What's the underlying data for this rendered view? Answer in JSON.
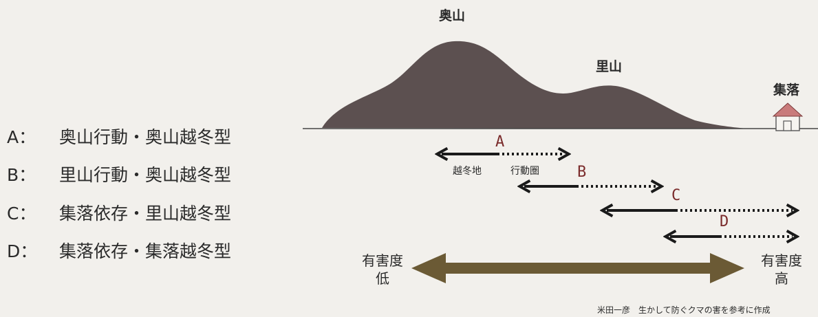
{
  "labels": {
    "okuyama": "奥山",
    "satoyama": "里山",
    "shuraku": "集落"
  },
  "legend": [
    {
      "key": "A：",
      "text": "奥山行動・奥山越冬型"
    },
    {
      "key": "B：",
      "text": "里山行動・奥山越冬型"
    },
    {
      "key": "C：",
      "text": "集落依存・里山越冬型"
    },
    {
      "key": "D：",
      "text": "集落依存・集落越冬型"
    }
  ],
  "ranges": [
    {
      "letter": "A"
    },
    {
      "letter": "B"
    },
    {
      "letter": "C"
    },
    {
      "letter": "D"
    }
  ],
  "range_notes": {
    "wintering": "越冬地",
    "activity": "行動圏"
  },
  "harm": {
    "low_top": "有害度",
    "low_bottom": "低",
    "high_top": "有害度",
    "high_bottom": "高"
  },
  "credit": "米田一彦　生かして防ぐクマの害を参考に作成",
  "colors": {
    "mountain": "#5c5050",
    "arrow_black": "#1a1a1a",
    "harm_arrow": "#6b5a35",
    "letter": "#7a2b2b",
    "house_roof": "#c97b7b"
  }
}
